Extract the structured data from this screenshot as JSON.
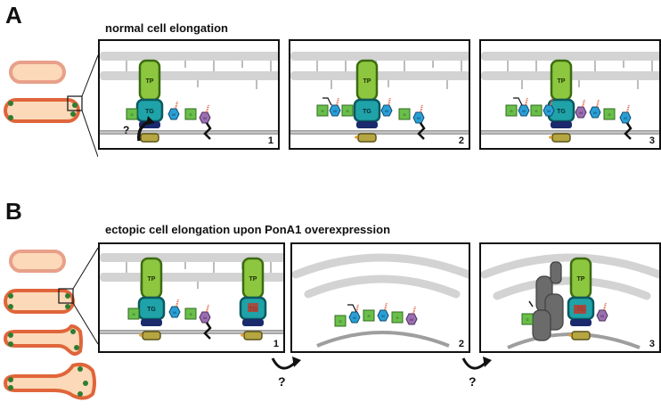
{
  "panel_a": {
    "letter": "A",
    "title": "normal cell elongation",
    "steps": [
      "1",
      "2",
      "3"
    ]
  },
  "panel_b": {
    "letter": "B",
    "title": "ectopic cell elongation upon PonA1 overexpression",
    "steps": [
      "1",
      "2",
      "3"
    ],
    "question_marks": [
      "?",
      "?"
    ]
  },
  "labels": {
    "tp": "TP",
    "tg": "TG",
    "g": "G",
    "m": "M",
    "qmark": "?"
  },
  "colors": {
    "tp_domain": "#8dc63f",
    "tg_domain": "#1fa3a8",
    "anchor": "#1a2a6c",
    "cytoplasmic": "#b5a642",
    "glcnac": "#6abf4b",
    "murnac": "#2a9fd6",
    "lipid_head": "#9b6fb0",
    "peptide": "#e07050",
    "cell_outline": "#e0653a",
    "cell_fill": "#fcd9b8",
    "pg_grey": "#cfcfcf",
    "inhibitor_grey": "#6b6b6b"
  }
}
